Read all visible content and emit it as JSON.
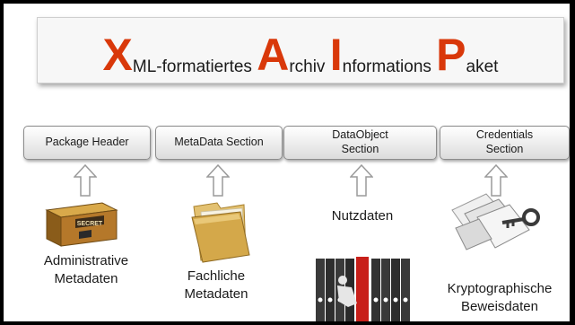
{
  "title": {
    "segments": [
      {
        "text": "X",
        "big": true
      },
      {
        "text": "ML-formatiertes ",
        "big": false
      },
      {
        "text": "A",
        "big": true
      },
      {
        "text": "rchiv ",
        "big": false
      },
      {
        "text": "I",
        "big": true
      },
      {
        "text": "nformations ",
        "big": false
      },
      {
        "text": "P",
        "big": true
      },
      {
        "text": "aket",
        "big": false
      }
    ]
  },
  "sections": [
    {
      "label": "Package Header",
      "caption": "Administrative\nMetadaten",
      "icon": "secret-chest-icon"
    },
    {
      "label": "MetaData Section",
      "caption": "Fachliche\nMetadaten",
      "icon": "folder-icon"
    },
    {
      "label": "DataObject\nSection",
      "caption": "Nutzdaten",
      "icon": "binders-icon"
    },
    {
      "label": "Credentials\nSection",
      "caption": "Kryptographische\nBeweisdaten",
      "icon": "keys-papers-icon"
    }
  ],
  "colors": {
    "accent": "#d9380a",
    "frame": "#000000",
    "text": "#1a1a1a"
  },
  "binder_sign": "SECRET"
}
